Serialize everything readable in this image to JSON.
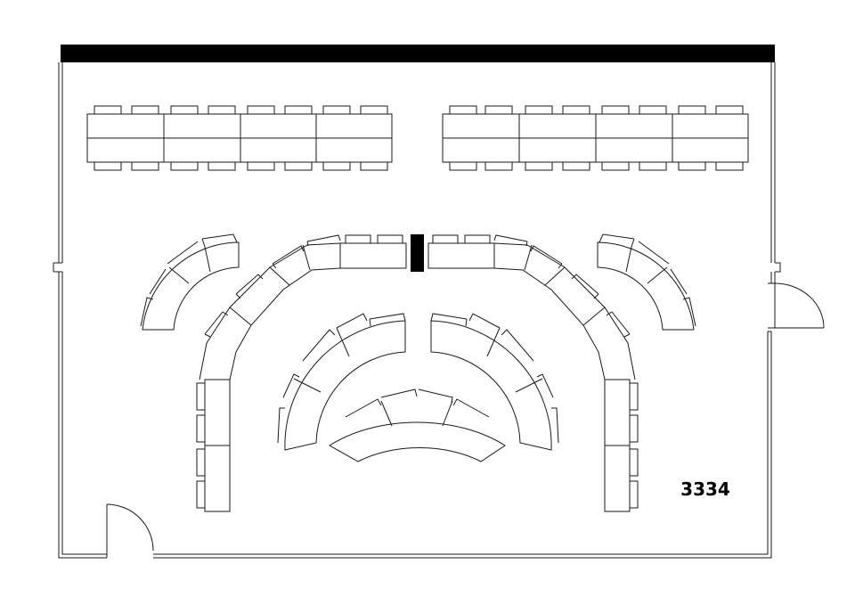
{
  "room": {
    "number": "3334"
  },
  "colors": {
    "line": "#1a1a1a",
    "board": "#000000",
    "background": "#ffffff"
  },
  "layout": {
    "back_table_groups": 2,
    "tables_per_group": 4,
    "side_arcs": 2,
    "inner_arcs": 3,
    "doors": 2,
    "podium": 1
  }
}
